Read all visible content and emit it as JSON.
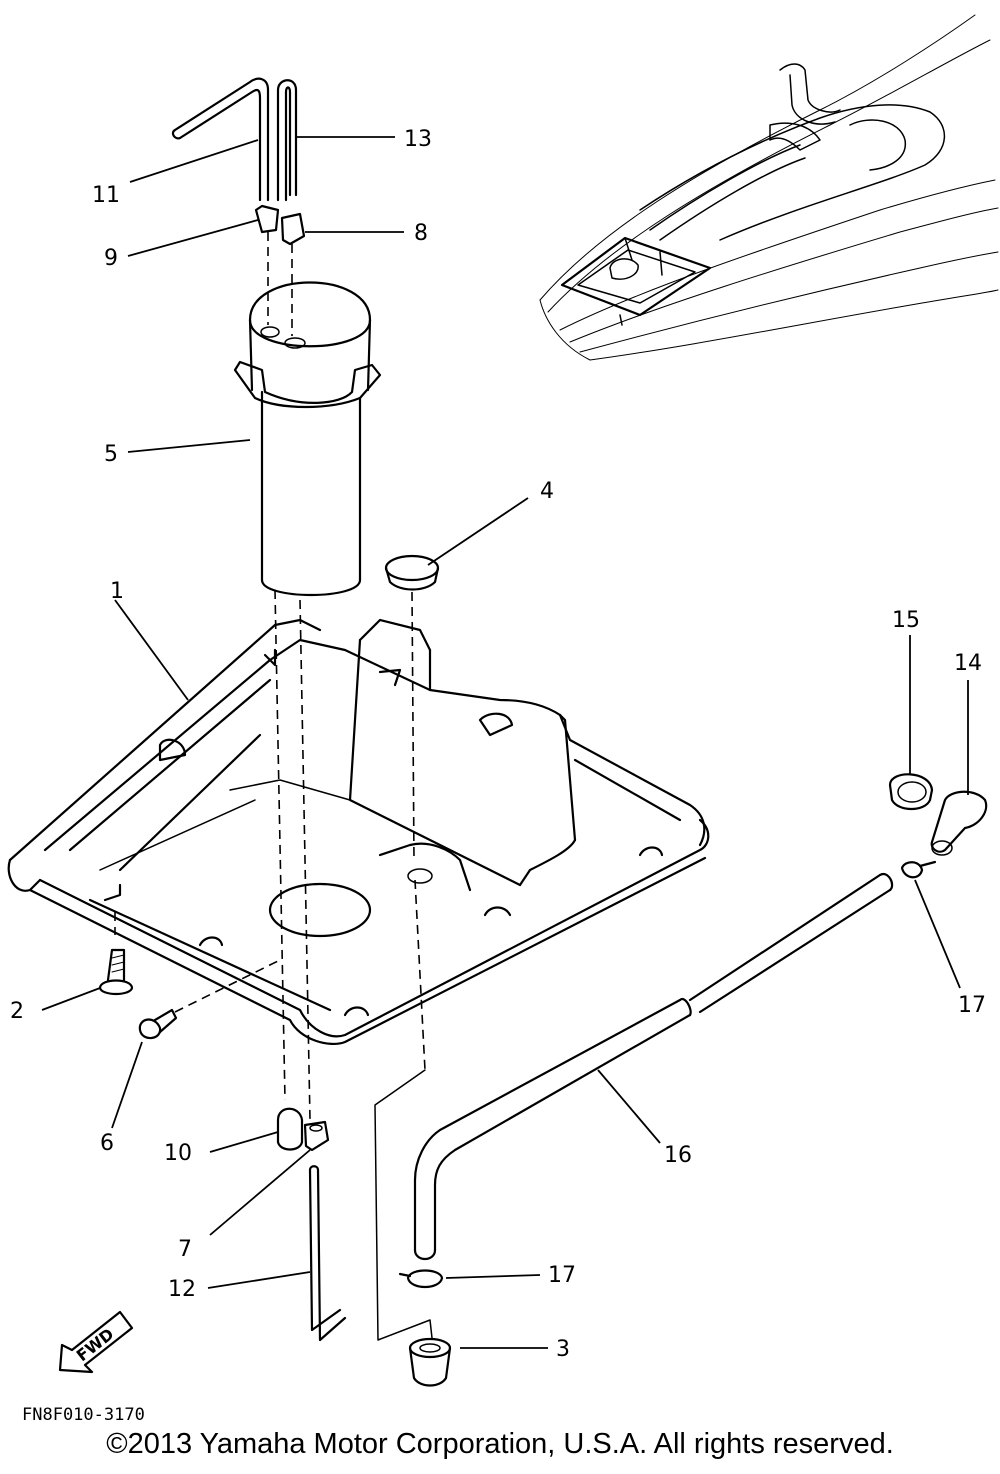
{
  "diagram": {
    "callouts": [
      {
        "id": "c1",
        "label": "1"
      },
      {
        "id": "c2",
        "label": "2"
      },
      {
        "id": "c3",
        "label": "3"
      },
      {
        "id": "c4",
        "label": "4"
      },
      {
        "id": "c5",
        "label": "5"
      },
      {
        "id": "c6",
        "label": "6"
      },
      {
        "id": "c7",
        "label": "7"
      },
      {
        "id": "c8",
        "label": "8"
      },
      {
        "id": "c9",
        "label": "9"
      },
      {
        "id": "c10",
        "label": "10"
      },
      {
        "id": "c11",
        "label": "11"
      },
      {
        "id": "c12",
        "label": "12"
      },
      {
        "id": "c13",
        "label": "13"
      },
      {
        "id": "c14",
        "label": "14"
      },
      {
        "id": "c15",
        "label": "15"
      },
      {
        "id": "c16",
        "label": "16"
      },
      {
        "id": "c17a",
        "label": "17"
      },
      {
        "id": "c17b",
        "label": "17"
      }
    ],
    "direction_label": "FWD",
    "drawing_code": "FN8F010-3170"
  },
  "copyright": "©2013 Yamaha Motor Corporation, U.S.A. All rights reserved."
}
